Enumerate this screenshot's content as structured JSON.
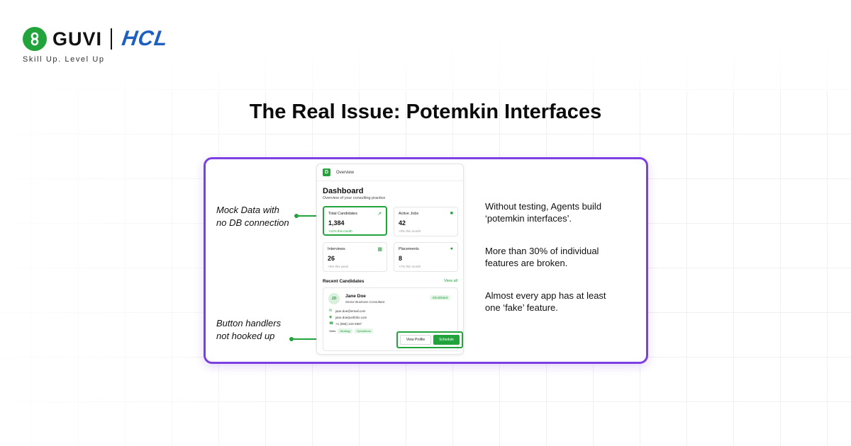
{
  "brand": {
    "guvi": "GUVI",
    "hcl": "HCL",
    "tagline": "Skill Up. Level Up",
    "colors": {
      "green": "#22a33b",
      "hcl_blue": "#1f5fbf",
      "frame_purple": "#7b3fe4"
    }
  },
  "title": "The Real Issue: Potemkin Interfaces",
  "annotations": {
    "mock_data": [
      "Mock Data with",
      "no DB connection"
    ],
    "buttons": [
      "Button handlers",
      "not hooked up"
    ]
  },
  "dashboard": {
    "badge": "D",
    "nav": "Overview",
    "title": "Dashboard",
    "subtitle": "Overview of your consulting practice",
    "cards": [
      {
        "label": "Total Candidates",
        "value": "1,384",
        "delta": "+12% this month",
        "icon": "trending-up-icon"
      },
      {
        "label": "Active Jobs",
        "value": "42",
        "delta": "+0% this month",
        "icon": "briefcase-icon"
      },
      {
        "label": "Interviews",
        "value": "26",
        "delta": "+8% this week",
        "icon": "calendar-icon"
      },
      {
        "label": "Placements",
        "value": "8",
        "delta": "+7% this month",
        "icon": "user-icon"
      }
    ],
    "recent_title": "Recent Candidates",
    "view_all": "View all",
    "candidate": {
      "initials": "JD",
      "name": "Jane Doe",
      "role": "Senior Business Consultant",
      "status": "Shortlisted",
      "email": "jane.doe@email.com",
      "website": "jane.doe/portfolio.com",
      "phone": "+1 (555) 123-4567",
      "skills_label": "Skills",
      "skills": [
        "Strategy",
        "Operations"
      ],
      "view_profile": "View Profile",
      "schedule": "Schedule"
    }
  },
  "points": [
    [
      "Without testing, Agents build",
      "‘potemkin interfaces’."
    ],
    [
      "More than 30% of individual",
      "features are broken."
    ],
    [
      "Almost every app has at least",
      "one ‘fake’ feature."
    ]
  ]
}
